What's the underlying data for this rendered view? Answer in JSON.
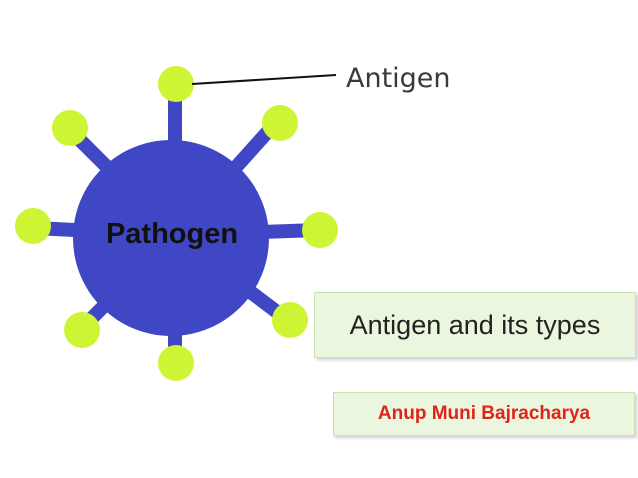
{
  "diagram": {
    "pathogen_label": "Pathogen",
    "antigen_label": "Antigen",
    "colors": {
      "pathogen_body": "#4047c5",
      "antigen": "#cdf533",
      "leader_line": "#111111"
    },
    "antigen_count": 8
  },
  "title": "Antigen and its types",
  "author": {
    "name": "Anup Muni Bajracharya",
    "color": "#e0241b"
  }
}
